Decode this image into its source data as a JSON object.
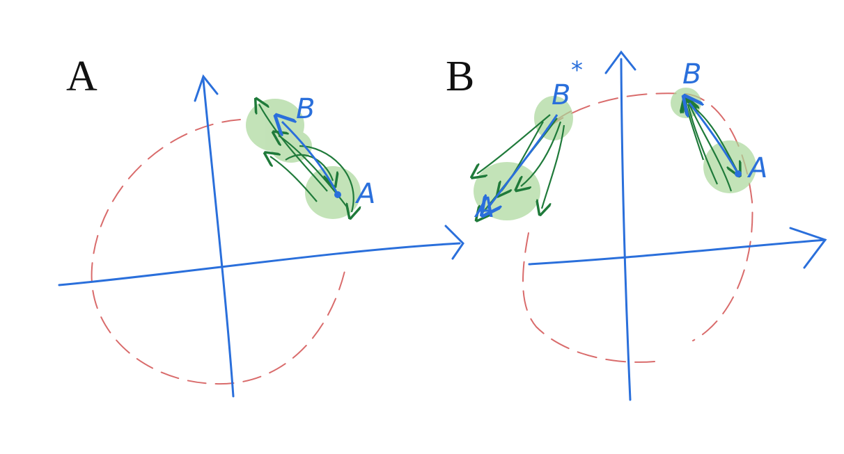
{
  "colors": {
    "axis": "#2a6fdb",
    "circle": "#d96b6b",
    "arrow": "#1f7a3a",
    "blob": "#a9d79a"
  },
  "panels": [
    {
      "title": "A",
      "labels": {
        "start": "A",
        "end": "B"
      }
    },
    {
      "title": "B",
      "labels": {
        "start_left": "A",
        "end_left": "B",
        "star": "*",
        "end_right": "B",
        "start_right": "A"
      }
    }
  ]
}
